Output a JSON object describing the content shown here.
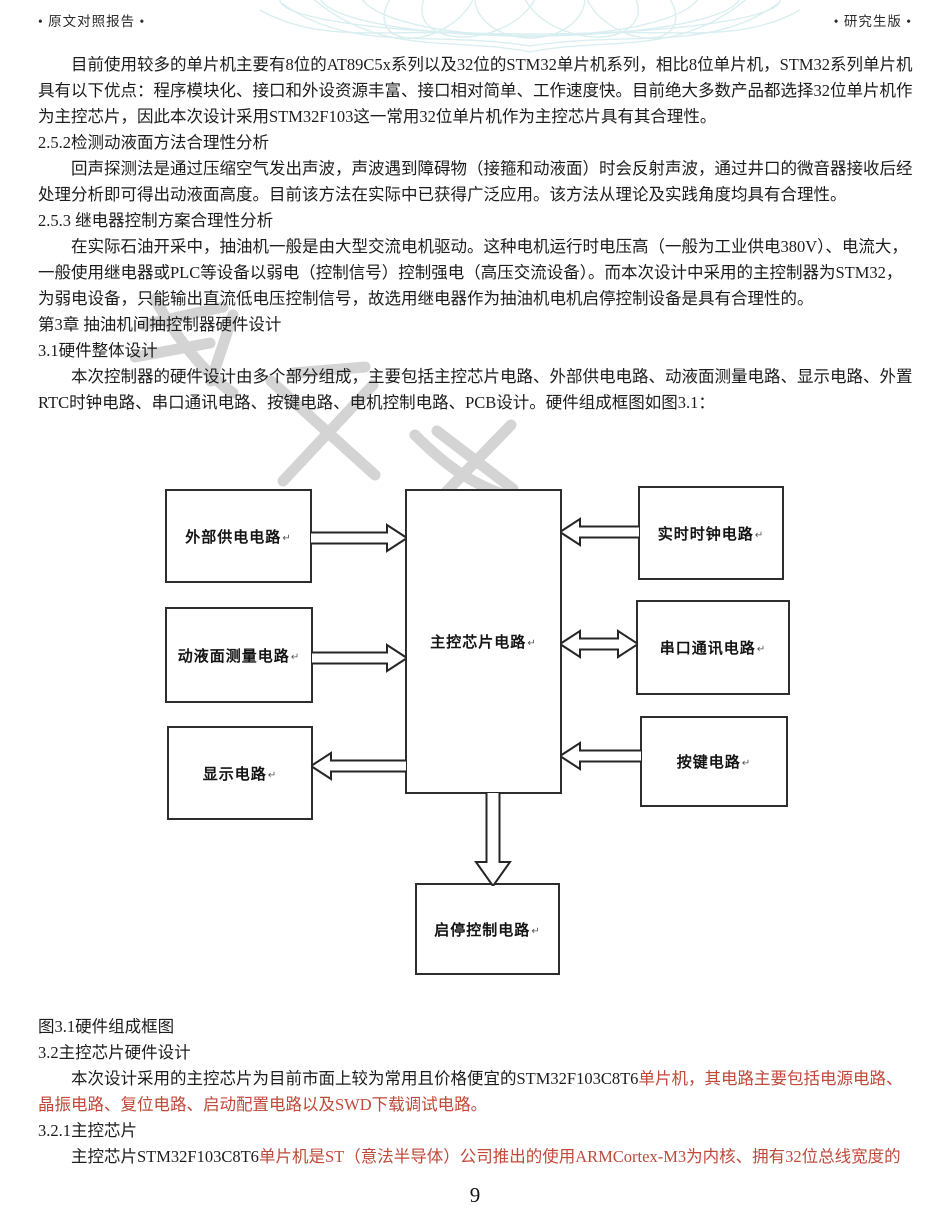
{
  "header": {
    "left": "• 原文对照报告 •",
    "right": "• 研究生版 •"
  },
  "content": {
    "p1": "目前使用较多的单片机主要有8位的AT89C5x系列以及32位的STM32单片机系列，相比8位单片机，STM32系列单片机具有以下优点：程序模块化、接口和外设资源丰富、接口相对简单、工作速度快。目前绝大多数产品都选择32位单片机作为主控芯片，因此本次设计采用STM32F103这一常用32位单片机作为主控芯片具有其合理性。",
    "h252": "2.5.2检测动液面方法合理性分析",
    "p2": "回声探测法是通过压缩空气发出声波，声波遇到障碍物（接箍和动液面）时会反射声波，通过井口的微音器接收后经处理分析即可得出动液面高度。目前该方法在实际中已获得广泛应用。该方法从理论及实践角度均具有合理性。",
    "h253": "2.5.3 继电器控制方案合理性分析",
    "p3": "在实际石油开采中，抽油机一般是由大型交流电机驱动。这种电机运行时电压高（一般为工业供电380V）、电流大，一般使用继电器或PLC等设备以弱电（控制信号）控制强电（高压交流设备）。而本次设计中采用的主控制器为STM32，为弱电设备，只能输出直流低电压控制信号，故选用继电器作为抽油机电机启停控制设备是具有合理性的。",
    "h3": "第3章 抽油机间抽控制器硬件设计",
    "h31": "3.1硬件整体设计",
    "p4": "本次控制器的硬件设计由多个部分组成，主要包括主控芯片电路、外部供电电路、动液面测量电路、显示电路、外置RTC时钟电路、串口通讯电路、按键电路、电机控制电路、PCB设计。硬件组成框图如图3.1：",
    "fig_caption": "图3.1硬件组成框图",
    "h32": "3.2主控芯片硬件设计",
    "p5_black": "本次设计采用的主控芯片为目前市面上较为常用且价格便宜的STM32F103C8T6",
    "p5_red": "单片机，其电路主要包括电源电路、晶振电路、复位电路、启动配置电路以及SWD下载调试电路。",
    "h321": "3.2.1主控芯片",
    "p6_black": "主控芯片STM32F103C8T6",
    "p6_red": "单片机是ST（意法半导体）公司推出的使用ARMCortex-M3为内核、拥有32位总线宽度的"
  },
  "diagram": {
    "return_mark": "↵",
    "boxes": [
      {
        "id": "external-power",
        "label": "外部供电电路"
      },
      {
        "id": "liquid-level",
        "label": "动液面测量电路"
      },
      {
        "id": "display",
        "label": "显示电路"
      },
      {
        "id": "mcu",
        "label": "主控芯片电路"
      },
      {
        "id": "rtc",
        "label": "实时时钟电路"
      },
      {
        "id": "serial",
        "label": "串口通讯电路"
      },
      {
        "id": "keys",
        "label": "按键电路"
      },
      {
        "id": "start-stop",
        "label": "启停控制电路"
      }
    ]
  },
  "colors": {
    "red_text": "#c0493a",
    "guilloche": "#cde9ec",
    "watermark_gray": "#8f8f8f"
  },
  "page": {
    "number": "9"
  }
}
